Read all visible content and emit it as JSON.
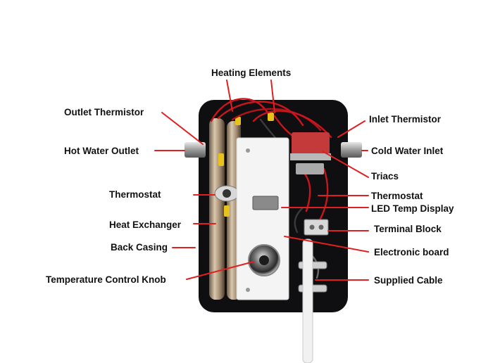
{
  "labels": {
    "heating_elements": "Heating Elements",
    "outlet_thermistor": "Outlet Thermistor",
    "inlet_thermistor": "Inlet Thermistor",
    "hot_water_outlet": "Hot Water Outlet",
    "cold_water_inlet": "Cold Water Inlet",
    "triacs": "Triacs",
    "thermostat_left": "Thermostat",
    "thermostat_right": "Thermostat",
    "led_temp_display": "LED Temp Display",
    "heat_exchanger": "Heat Exchanger",
    "terminal_block": "Terminal Block",
    "back_casing": "Back Casing",
    "electronic_board": "Electronic board",
    "temperature_control_knob": "Temperature Control Knob",
    "supplied_cable": "Supplied Cable"
  },
  "colors": {
    "leader": "#e02020",
    "casing": "#101012",
    "board": "#f4f4f4",
    "pipe": "#b8a58a"
  }
}
